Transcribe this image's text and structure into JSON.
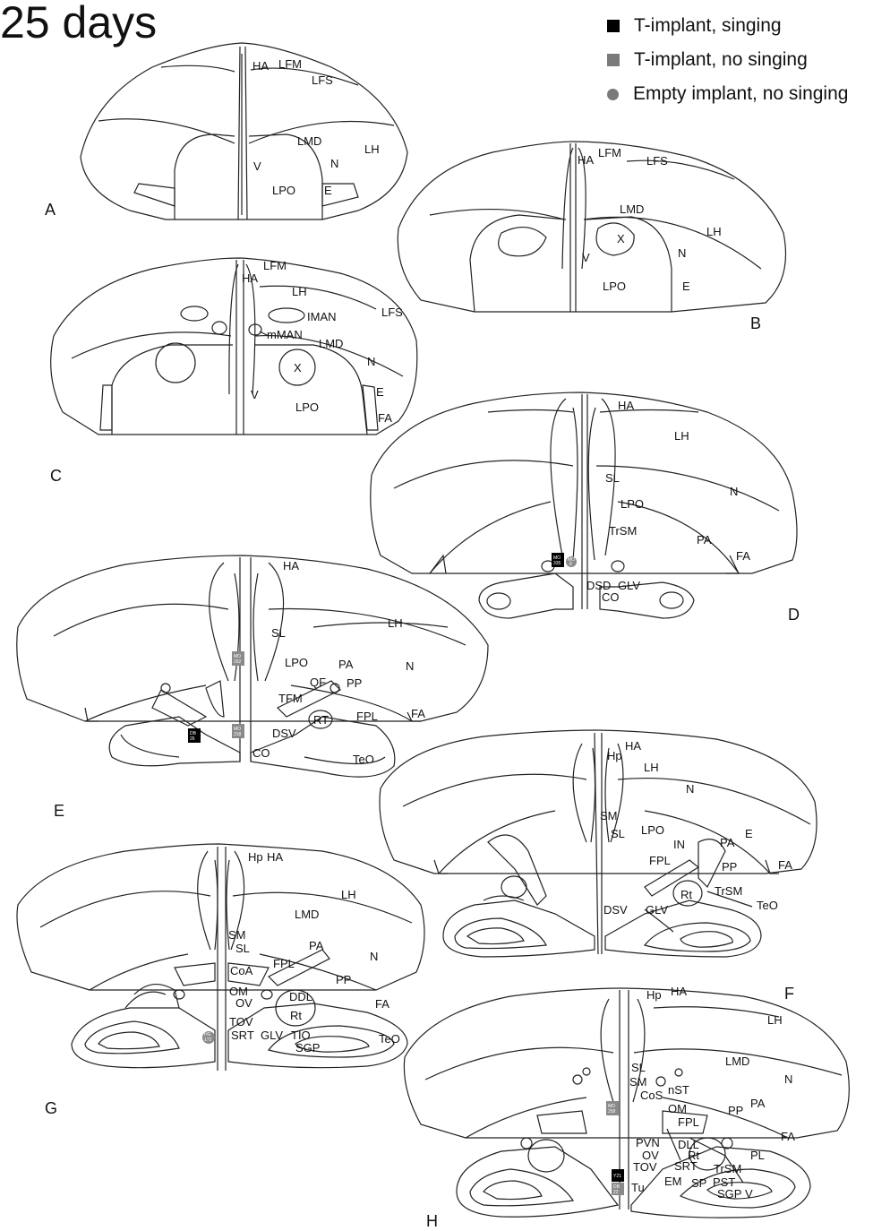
{
  "title": "25 days",
  "legend": [
    {
      "label": "T-implant, singing",
      "marker": "square",
      "color": "#000000"
    },
    {
      "label": "T-implant, no singing",
      "marker": "square",
      "color": "#7a7a7a"
    },
    {
      "label": "Empty implant, no singing",
      "marker": "circle",
      "color": "#7a7a7a"
    }
  ],
  "panels": {
    "A": {
      "label": "A",
      "regions": [
        "HA",
        "LFM",
        "LFS",
        "LMD",
        "LH",
        "V",
        "N",
        "LPO",
        "E"
      ]
    },
    "B": {
      "label": "B",
      "regions": [
        "HA",
        "LFM",
        "LFS",
        "LMD",
        "LH",
        "X",
        "N",
        "V",
        "LPO",
        "E"
      ]
    },
    "C": {
      "label": "C",
      "regions": [
        "LFM",
        "HA",
        "LH",
        "IMAN",
        "LFS",
        "mMAN",
        "LMD",
        "N",
        "X",
        "E",
        "V",
        "LPO",
        "FA"
      ]
    },
    "D": {
      "label": "D",
      "regions": [
        "HA",
        "LH",
        "SL",
        "N",
        "LPO",
        "TrSM",
        "PA",
        "FA",
        "DSD",
        "GLV",
        "CO"
      ],
      "markers": [
        {
          "type": "square-black",
          "text": [
            "MO",
            "335"
          ]
        },
        {
          "type": "circle-gray",
          "text": [
            "MO",
            "8"
          ]
        }
      ]
    },
    "E": {
      "label": "E",
      "regions": [
        "HA",
        "SL",
        "LH",
        "LPO",
        "PA",
        "N",
        "QF",
        "PP",
        "TFM",
        "RT",
        "FPL",
        "FA",
        "DSV",
        "CO",
        "TeO"
      ],
      "markers": [
        {
          "type": "square-gray",
          "text": [
            "MO",
            "262"
          ]
        },
        {
          "type": "square-gray",
          "text": [
            "MO",
            "318"
          ]
        },
        {
          "type": "square-black",
          "text": [
            "DB",
            "26"
          ]
        }
      ]
    },
    "F": {
      "label": "F",
      "regions": [
        "Hp",
        "HA",
        "LH",
        "N",
        "SM",
        "SL",
        "LPO",
        "IN",
        "PA",
        "E",
        "FPL",
        "PP",
        "FA",
        "Rt",
        "TrSM",
        "TeO",
        "DSV",
        "GLV"
      ]
    },
    "G": {
      "label": "G",
      "regions": [
        "Hp",
        "HA",
        "LH",
        "LMD",
        "SM",
        "SL",
        "PA",
        "N",
        "CoA",
        "FPL",
        "PP",
        "OM",
        "OV",
        "DDL",
        "FA",
        "Rt",
        "TOV",
        "SRT",
        "GLV",
        "TIO",
        "SGP",
        "TeO"
      ],
      "markers": [
        {
          "type": "circle-gray",
          "text": [
            "HG",
            "172"
          ]
        }
      ]
    },
    "H": {
      "label": "H",
      "regions": [
        "Hp",
        "HA",
        "LH",
        "LMD",
        "N",
        "SL",
        "SM",
        "CoS",
        "nST",
        "OM",
        "PP",
        "PA",
        "FPL",
        "PVN",
        "DLL",
        "Rt",
        "PL",
        "FA",
        "OV",
        "TOV",
        "SRT",
        "TrSM",
        "PST",
        "EM",
        "SP",
        "SGP",
        "V",
        "Tu"
      ],
      "markers": [
        {
          "type": "square-gray",
          "text": [
            "MO",
            "258"
          ]
        },
        {
          "type": "square-black",
          "text": [
            "Y21",
            ""
          ]
        },
        {
          "type": "square-gray",
          "text": [
            "DB",
            "22"
          ]
        }
      ]
    }
  }
}
